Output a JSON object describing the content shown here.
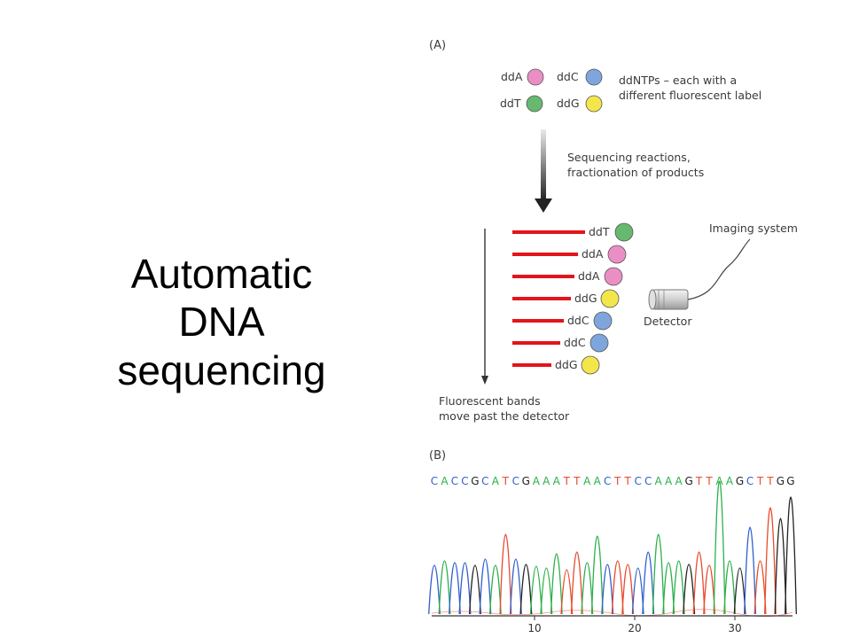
{
  "slide": {
    "title_lines": [
      "Automatic",
      "DNA",
      "sequencing"
    ]
  },
  "panel_a": {
    "label": "(A)",
    "ddntps": [
      {
        "label": "ddA",
        "color": "#ec8ec6"
      },
      {
        "label": "ddC",
        "color": "#7fa6dc"
      },
      {
        "label": "ddT",
        "color": "#66b96e"
      },
      {
        "label": "ddG",
        "color": "#f3e64b"
      }
    ],
    "ddntp_caption": [
      "ddNTPs – each with a",
      "different fluorescent label"
    ],
    "reaction_caption": [
      "Sequencing reactions,",
      "fractionation of products"
    ],
    "bands": [
      {
        "label": "ddT",
        "color": "#66b96e"
      },
      {
        "label": "ddA",
        "color": "#ec8ec6"
      },
      {
        "label": "ddA",
        "color": "#ec8ec6"
      },
      {
        "label": "ddG",
        "color": "#f3e64b"
      },
      {
        "label": "ddC",
        "color": "#7fa6dc"
      },
      {
        "label": "ddC",
        "color": "#7fa6dc"
      },
      {
        "label": "ddG",
        "color": "#f3e64b"
      }
    ],
    "band_color": "#e3141c",
    "imaging_label": "Imaging system",
    "detector_label": "Detector",
    "bands_caption": [
      "Fluorescent bands",
      "move past the detector"
    ]
  },
  "panel_b": {
    "label": "(B)",
    "sequence": "CACCGCATCGAAATTAACTTCCAAAGTTAAGCTTGG",
    "base_colors": {
      "A": "#2bb04a",
      "C": "#2f5fcf",
      "G": "#222222",
      "T": "#e84b2c"
    },
    "axis_ticks": [
      "10",
      "20",
      "30"
    ]
  }
}
